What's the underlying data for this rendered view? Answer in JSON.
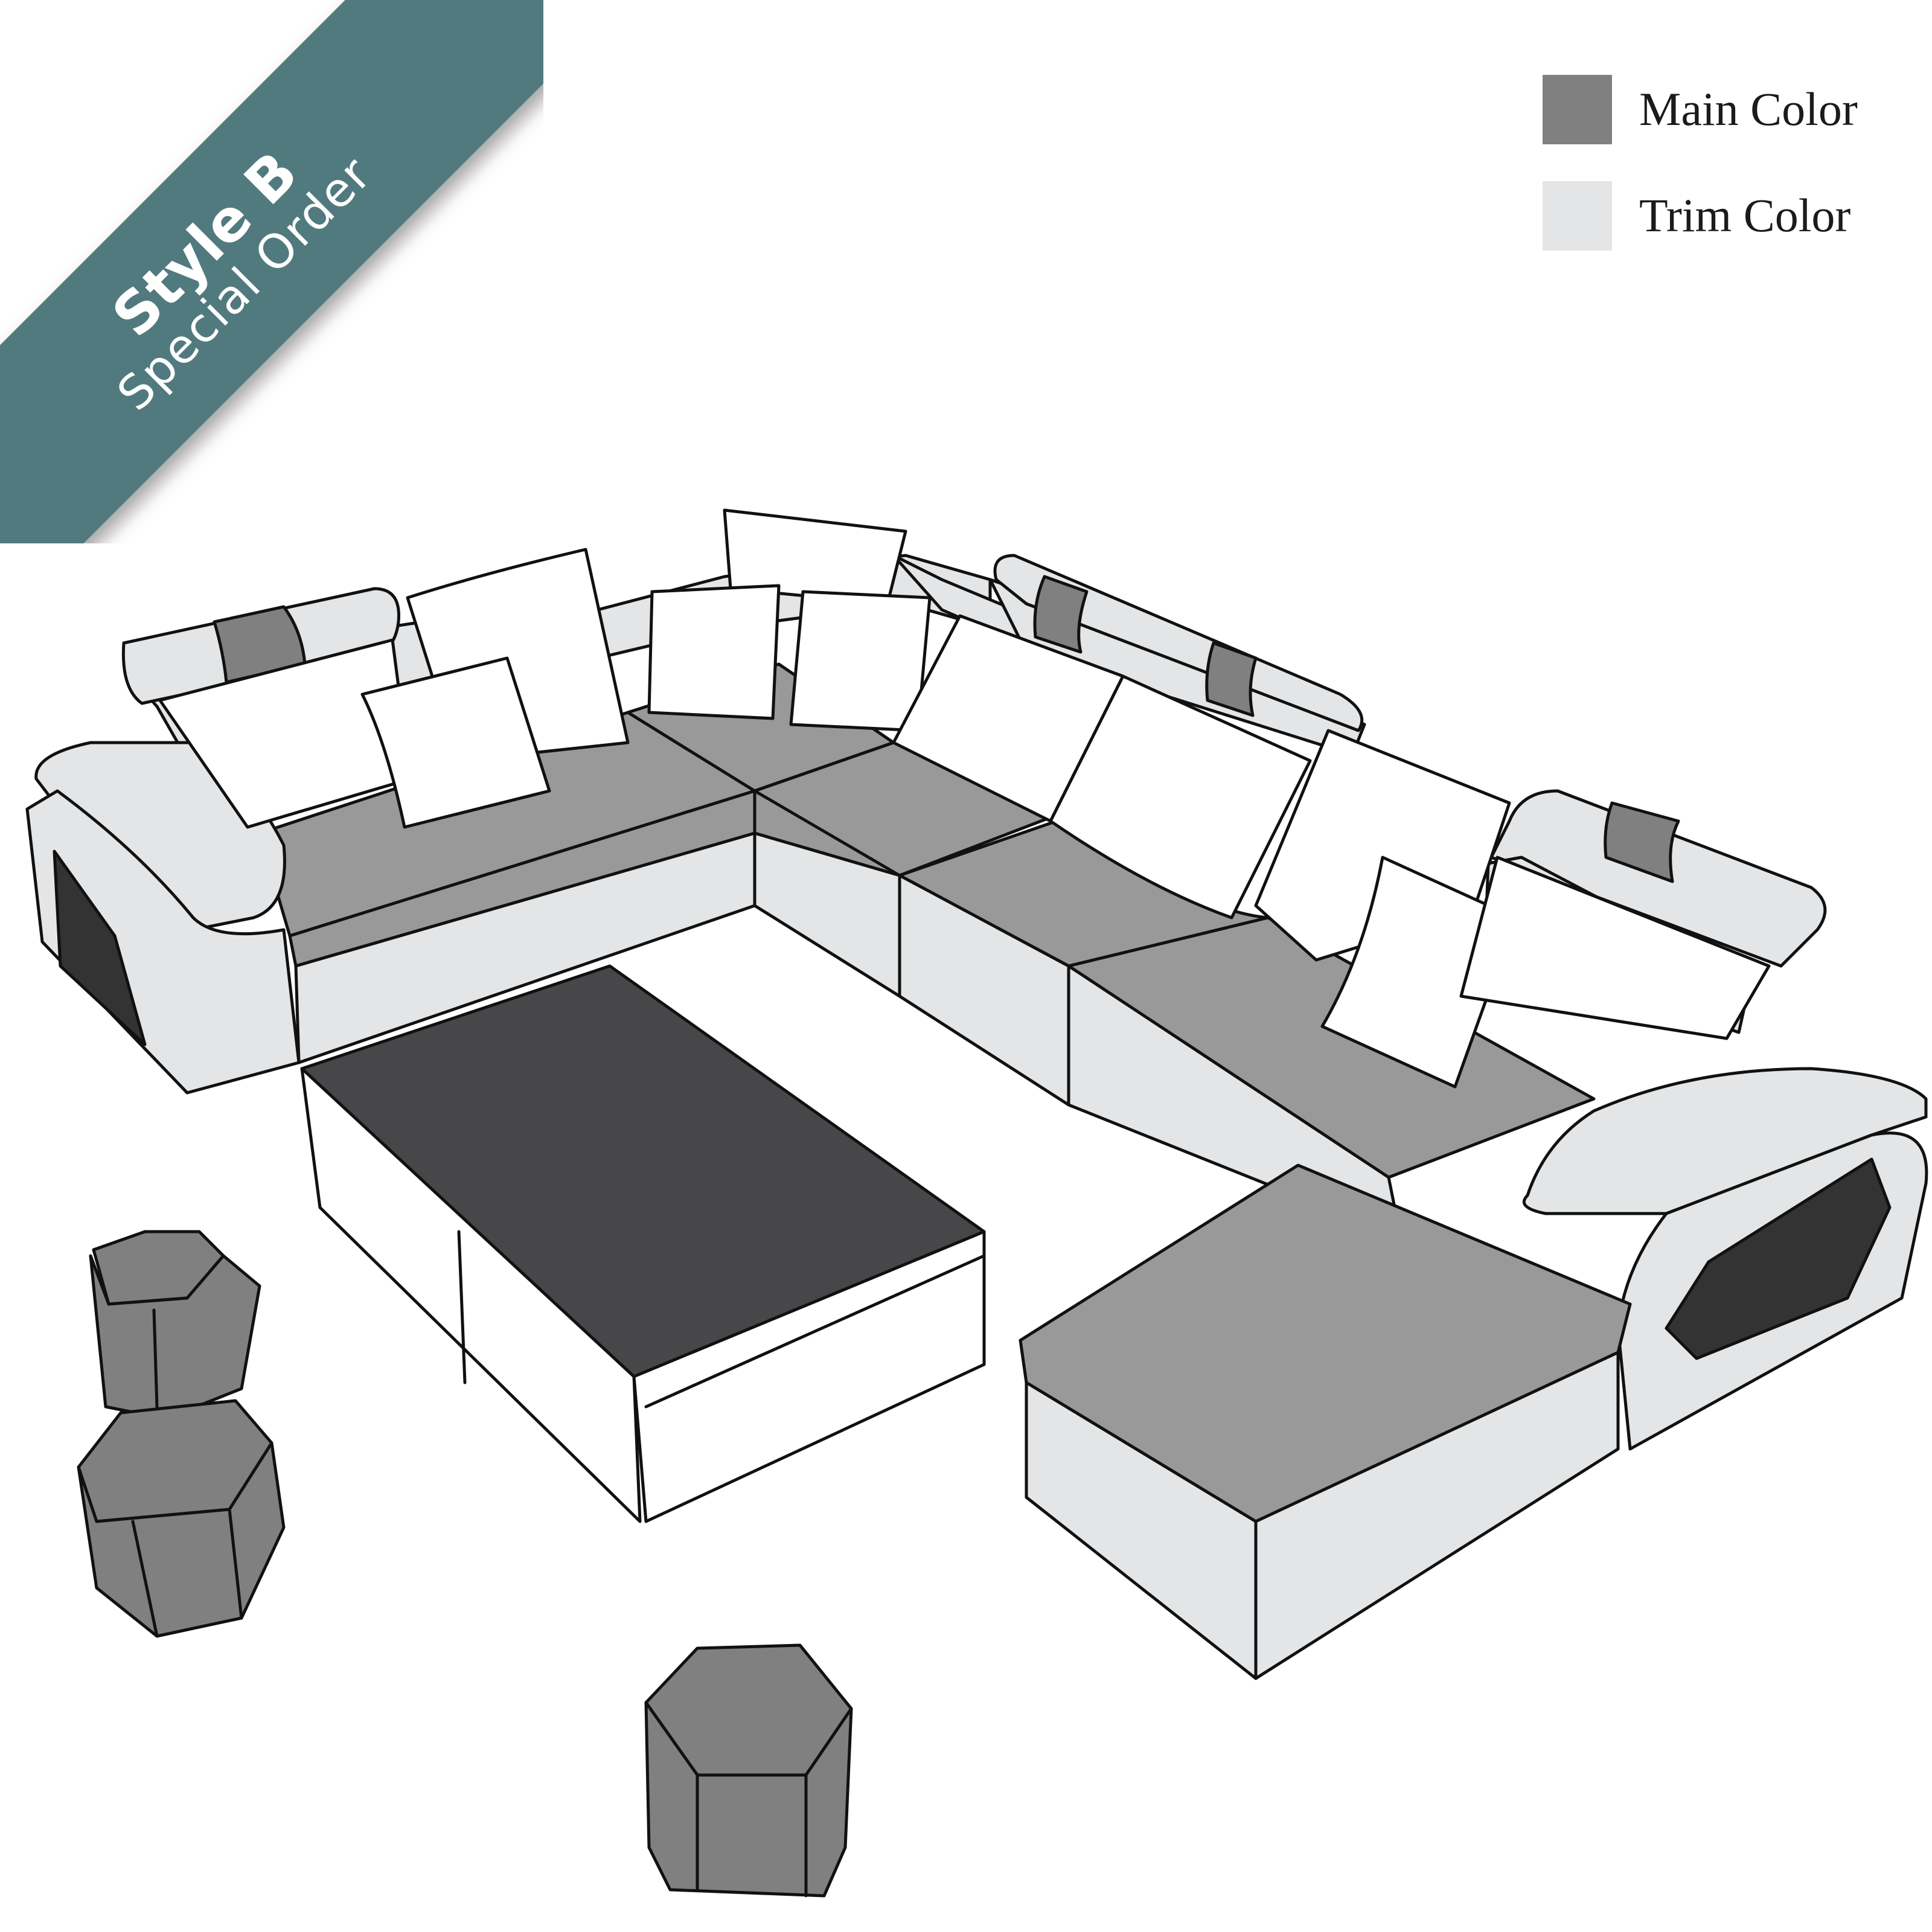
{
  "badge": {
    "title": "Style B",
    "subtitle": "Special Order",
    "color": "#517a7e"
  },
  "legend": {
    "items": [
      {
        "label": "Main Color",
        "color": "#808080"
      },
      {
        "label": "Trim Color",
        "color": "#e4e5e6"
      }
    ]
  },
  "illustration": {
    "subject": "sectional-sofa-set",
    "colors": {
      "main": "#999999",
      "main_dark": "#808080",
      "trim": "#e4e5e6",
      "pillow": "#ffffff",
      "table_top": "#474749",
      "storage_panel": "#333333",
      "outline": "#111111"
    }
  }
}
